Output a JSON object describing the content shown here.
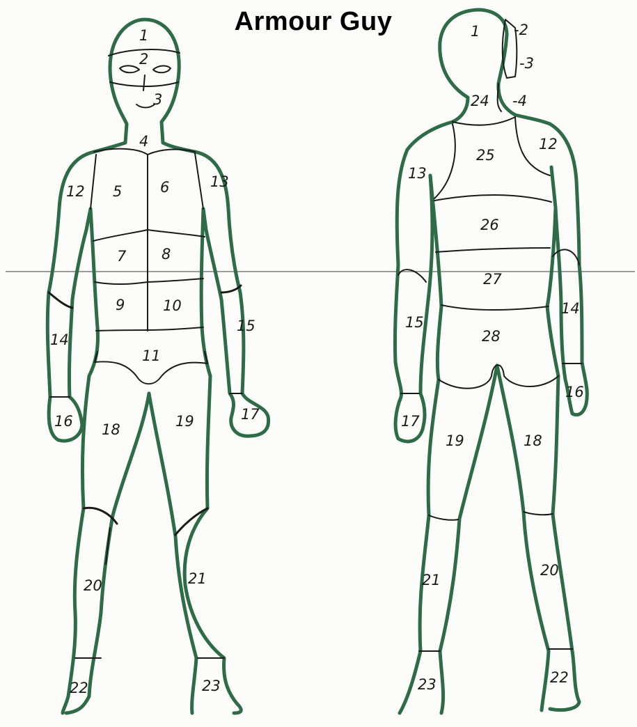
{
  "title": "Armour Guy",
  "colors": {
    "outline": "#2e6b47",
    "seam": "#1a1a1a",
    "guide_line": "#7d7d7d",
    "background": "#fcfcfa"
  },
  "front_labels": [
    "1",
    "2",
    "3",
    "4",
    "5",
    "6",
    "7",
    "8",
    "9",
    "10",
    "11",
    "12",
    "13",
    "14",
    "15",
    "16",
    "17",
    "18",
    "19",
    "20",
    "21",
    "22",
    "23"
  ],
  "back_labels": [
    "1",
    "-2",
    "-3",
    "-4",
    "24",
    "25",
    "12",
    "13",
    "26",
    "27",
    "14",
    "15",
    "28",
    "16",
    "17",
    "19",
    "18",
    "21",
    "20",
    "23",
    "22"
  ]
}
